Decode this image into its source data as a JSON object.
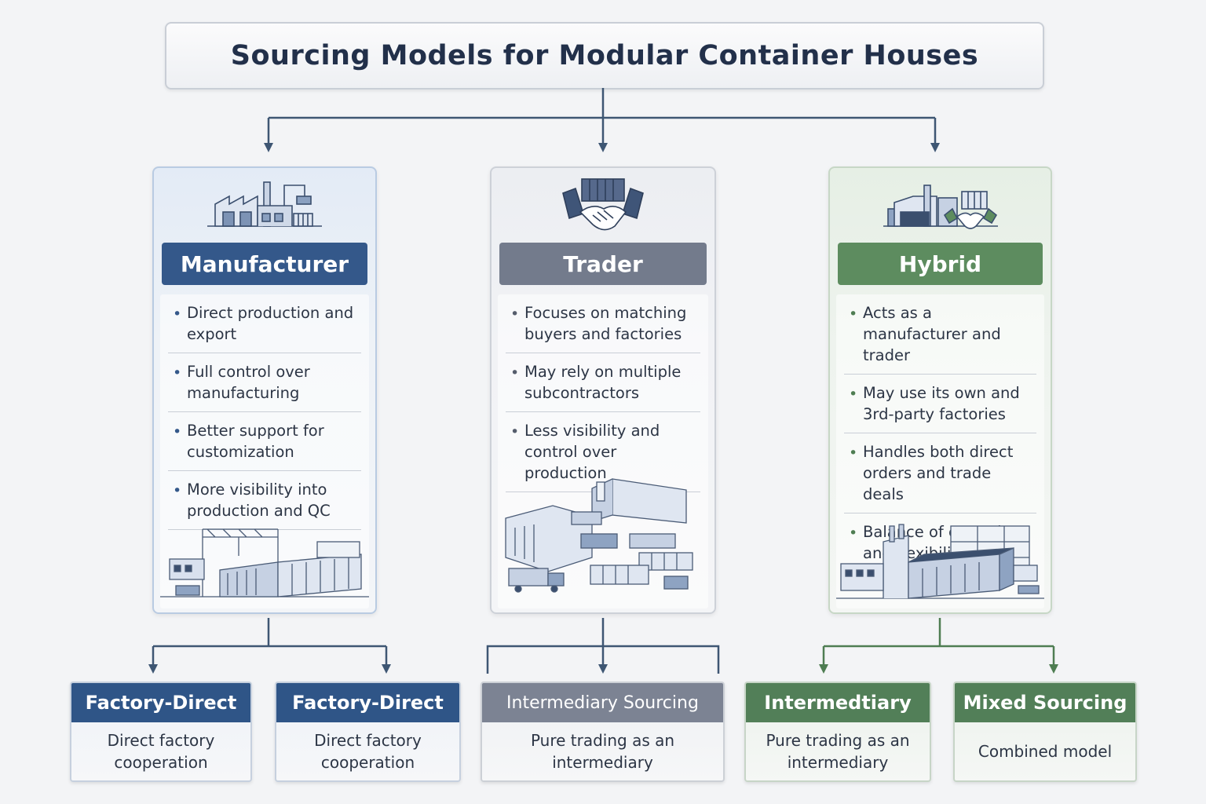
{
  "title": "Sourcing Models for Modular Container Houses",
  "colors": {
    "manufacturer": "#34588a",
    "trader": "#737b8c",
    "hybrid": "#5d8c5f",
    "connector_blue": "#3e5673",
    "connector_green": "#4e7d52"
  },
  "columns": [
    {
      "name": "Manufacturer",
      "icon": "factory-icon",
      "bullets": [
        "Direct production and export",
        "Full control over manufacturing",
        "Better support for customization",
        "More visibility into production and QC"
      ],
      "illustration": "factory-yard-with-crane"
    },
    {
      "name": "Trader",
      "icon": "handshake-icon",
      "bullets": [
        "Focuses on matching buyers and factories",
        "May rely on multiple subcontractors",
        "Less visibility and control over production"
      ],
      "illustration": "logistics-yard-with-containers-and-trucks"
    },
    {
      "name": "Hybrid",
      "icon": "factory-handshake-icon",
      "bullets": [
        "Acts as a manufacturer and trader",
        "May use its own and 3rd-party factories",
        "Handles both direct orders and trade deals",
        "Balance of control and flexibility"
      ],
      "illustration": "factory-with-container-stacks"
    }
  ],
  "outcomes": [
    {
      "title": "Factory-Direct",
      "description": "Direct factory cooperation"
    },
    {
      "title": "Factory-Direct",
      "description": "Direct factory cooperation"
    },
    {
      "title": "Intermediary Sourcing",
      "description": "Pure trading as an intermediary"
    },
    {
      "title": "Intermedtiary",
      "description": "Pure trading as an intermediary"
    },
    {
      "title": "Mixed Sourcing",
      "description": "Combined model"
    }
  ]
}
